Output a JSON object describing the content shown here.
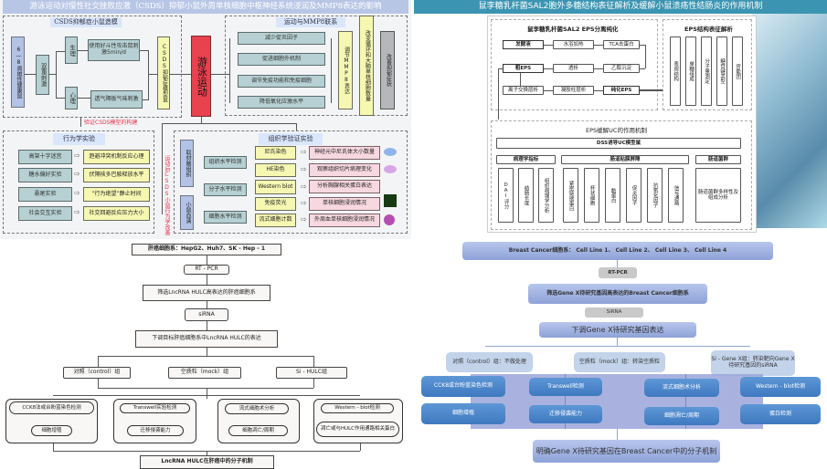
{
  "panel1": {
    "title": "游泳运动对慢性社交挫败应激（CSDS）抑郁小鼠外周单核细胞中枢神经系统浸润及MMP8表达的影响",
    "model_section": {
      "heading": "CSDS抑郁症小鼠造模",
      "start": "6—8周雄性健康鼠",
      "double_stimulus": "双重刺激",
      "physio": "生理",
      "psych": "心理",
      "physio_action": "使用好斗性攻击鼠刺激5min/d",
      "psych_action": "透气隔板气味刺激",
      "model_result": "CSDS抑郁症模型鼠"
    },
    "swim": "游泳运动",
    "mmp8_section": {
      "heading": "运动与MMP8联系",
      "items": [
        "减少促炎因子",
        "促进细胞外机制",
        "调节免疫功能和免疫细胞",
        "降低氧化应激水平"
      ],
      "regulate": "调节MMP8表达",
      "change": "改变循环和大脑单核细胞数量",
      "improve": "改善抑郁症状"
    },
    "verify_label": "验证CSDS模型的构建",
    "side_label": "运动后CSDS小鼠行为学改善",
    "behavior_section": {
      "heading": "行为学实验",
      "rows": [
        {
          "test": "高架十字迷宫",
          "result": "趋避冲突机制反应心理"
        },
        {
          "test": "糖水偏好实验",
          "result": "伏隔核多巴胺释放水平"
        },
        {
          "test": "悬尾实验",
          "result": "“行为绝望”静止时间"
        },
        {
          "test": "社会交互实验",
          "result": "社交回避反应压力大小"
        }
      ]
    },
    "histo_section": {
      "heading": "组织学验证实验",
      "brain": "取材脑组织",
      "serum": "小鼠血清",
      "levels": [
        "组织水平检测",
        "分子水平检测",
        "细胞水平检测"
      ],
      "methods": [
        "尼氏染色",
        "HE染色",
        "Western blot",
        "免疫荧光",
        "流式细胞计数"
      ],
      "results": [
        "神经元中尼氏体大小数量",
        "观察组织切片病理变化",
        "分析胸腺相关蛋白表达",
        "单核细胞浸润情况",
        "外周血单核细胞浸润情况"
      ]
    }
  },
  "panel2": {
    "title": "鼠李糖乳杆菌SAL2胞外多糖结构表征解析及缓解小鼠溃疡性结肠炎的作用机制",
    "purify": {
      "heading": "鼠李糖乳杆菌SAL2 EPS分离纯化",
      "row1": [
        "发酵液",
        "水浴加热",
        "TCA去蛋白"
      ],
      "row2": [
        "粗EPS",
        "透析",
        "乙醇沉淀"
      ],
      "row3": [
        "离子交换层析",
        "凝胶柱层析",
        "纯化EPS"
      ]
    },
    "structure": {
      "heading": "EPS结构表征解析",
      "items": [
        "表观结构",
        "单糖组成",
        "分子量测定",
        "糖苷键类型",
        "官能团"
      ]
    },
    "mechanism": {
      "heading": "EPS缓解UC的作用机制",
      "model": "DSS诱导UC模型鼠",
      "groups": [
        "病理学指标",
        "肠道粘膜屏障",
        "肠道菌群"
      ],
      "pathology": [
        "DAI评分",
        "结肠长度",
        "组织病理学分析"
      ],
      "barrier": [
        "紧密链接蛋白",
        "杯状细胞",
        "黏蛋白",
        "促炎因子",
        "抗氧化因子",
        "信号通路"
      ],
      "flora": "肠道菌群多样性及组成分析"
    }
  },
  "panel3": {
    "cell_lines": "肝癌细胞系：HepG2、Huh7、SK - Hep - 1",
    "rtpcr": "RT - PCR",
    "screen": "筛选LncRNA HULC高表达的肝癌细胞系",
    "sirna": "siRNA",
    "downregulate": "下调目标肝癌细胞系中LncRNA HULC的表达",
    "groups": [
      "对照（control）组",
      "空质粒（mock）组",
      "Si - HULC组"
    ],
    "assays": [
      {
        "method": "CCK8法或台盼蓝染色检测",
        "result": "细胞增殖"
      },
      {
        "method": "Transwell实验检测",
        "result": "迁移侵袭能力"
      },
      {
        "method": "流式细胞术分析",
        "result": "细胞凋亡/周期"
      },
      {
        "method": "Western - blot检测",
        "result": "凋亡或与HULC作用通路相关蛋白"
      }
    ],
    "conclusion": "LncRNA HULC在肝癌中的分子机制"
  },
  "panel4": {
    "cell_lines": "Breast Cancer细胞系： Cell Line 1、 Cell Line 2、 Cell Line 3、 Cell Line 4",
    "rtpcr": "RT-PCR",
    "screen": "筛选Gene X待研究基因高表达的Breast Cancer细胞系",
    "sirna": "SiRNA",
    "downregulate": "下调Gene X待研究基因表达",
    "groups": [
      "对照（control）组：不做处理",
      "空质粒（mock）组：转染空质粒",
      "Si - Gene X组：转染靶向Gene X待研究基因的siRNA"
    ],
    "assays": [
      {
        "method": "CCK8或台盼蓝染色检测",
        "result": "细胞增殖"
      },
      {
        "method": "Transwell检测",
        "result": "迁移侵袭能力"
      },
      {
        "method": "流式细胞术分析",
        "result": "细胞凋亡/周期"
      },
      {
        "method": "Western - blot检测",
        "result": "蛋白检测"
      }
    ],
    "conclusion": "明确Gene X待研究基因在Breast Cancer中的分子机制"
  }
}
